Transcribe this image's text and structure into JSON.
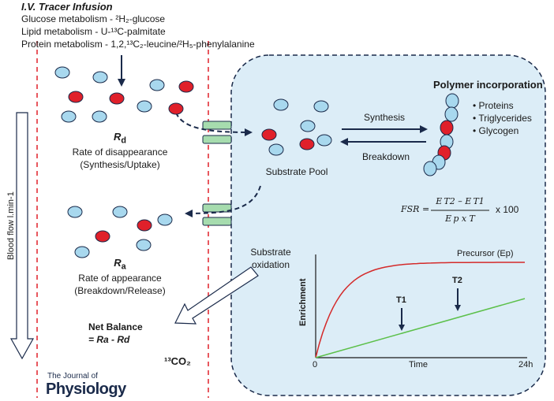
{
  "tracer": {
    "title": "I.V. Tracer Infusion",
    "line1": "Glucose metabolism - ²H₂-glucose",
    "line2": "Lipid metabolism - U-¹³C-palmitate",
    "line3": "Protein metabolism - 1,2,¹³C₂-leucine/²H₅-phenylalanine"
  },
  "rd": {
    "symbol": "R",
    "sub": "d",
    "line1": "Rate of disappearance",
    "line2": "(Synthesis/Uptake)"
  },
  "ra": {
    "symbol": "R",
    "sub": "a",
    "line1": "Rate of appearance",
    "line2": "(Breakdown/Release)"
  },
  "blood_flow": "Blood flow l.min-1",
  "substrate_pool": "Substrate Pool",
  "synthesis": "Synthesis",
  "breakdown": "Breakdown",
  "polymer": {
    "title": "Polymer incorporation",
    "items": [
      "Proteins",
      "Triglycerides",
      "Glycogen"
    ]
  },
  "fsr": {
    "lhs": "FSR =",
    "numerator": "E T2 – E T1",
    "denominator": "E p x T",
    "multiplier": "x 100"
  },
  "oxidation": {
    "line1": "Substrate",
    "line2": "oxidation"
  },
  "net_balance": {
    "line1": "Net Balance",
    "line2": "= Ra - Rd"
  },
  "co2": "¹³CO₂",
  "journal": {
    "line1": "The Journal of",
    "line2": "Physiology"
  },
  "colors": {
    "red": "#e0202a",
    "blue": "#a8d8ee",
    "panel": "#dcedf7",
    "precursor": "#d42a2a",
    "tracer": "#5cc04a"
  },
  "chart_data": {
    "type": "line",
    "xlabel": "Time",
    "ylabel": "Enrichment",
    "x_ticks": [
      "0",
      "24h"
    ],
    "series": [
      {
        "name": "Precursor (Ep)",
        "shape": "rapid rise to plateau",
        "color": "#d42a2a"
      },
      {
        "name": "",
        "shape": "linear increase",
        "color": "#5cc04a"
      }
    ],
    "annotations": [
      "T1",
      "T2"
    ]
  }
}
